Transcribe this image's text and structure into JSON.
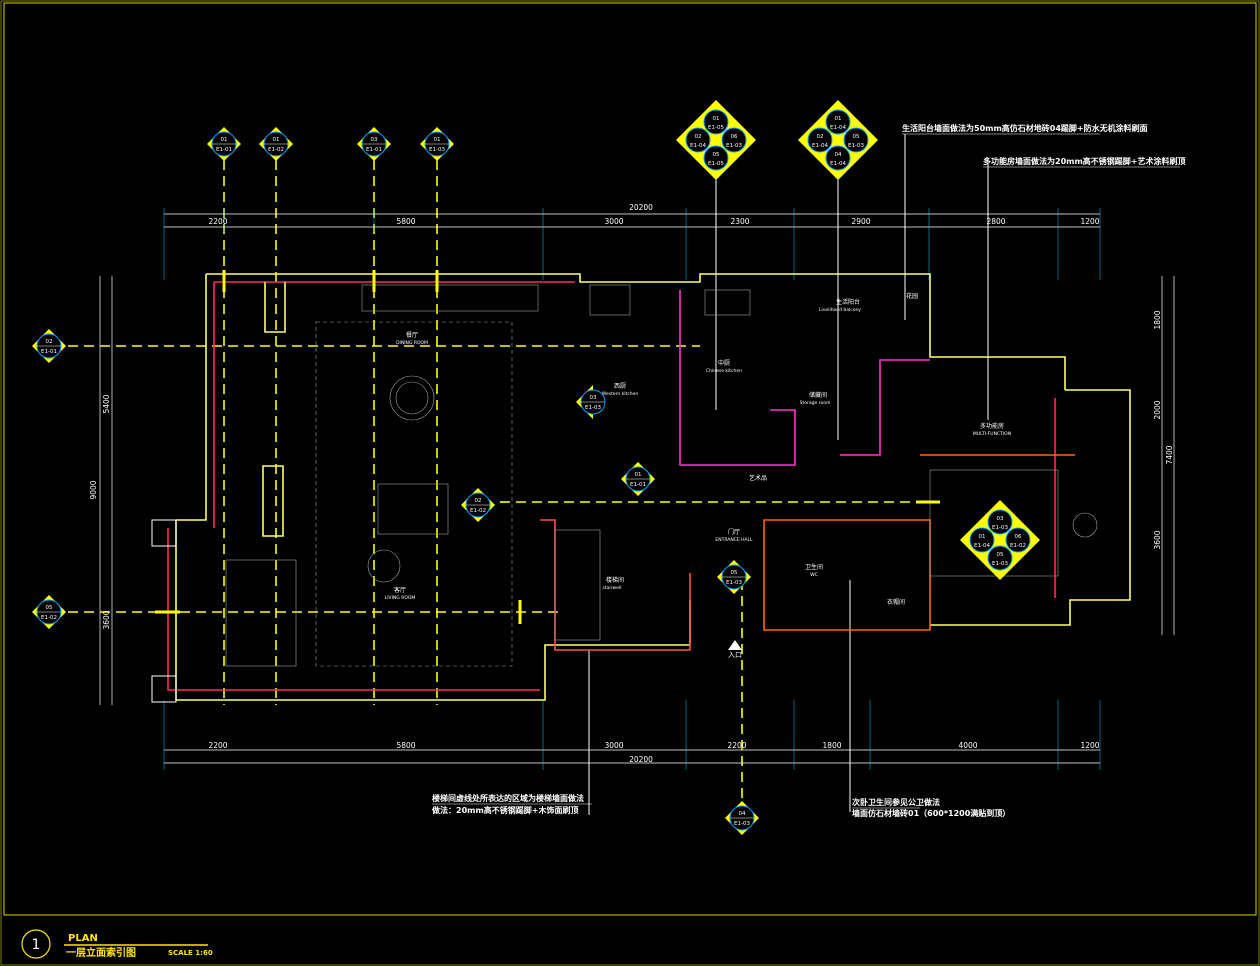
{
  "drawing": {
    "title_number": "1",
    "title_en": "PLAN",
    "title_cn": "一层立面索引图",
    "scale": "SCALE 1:60"
  },
  "dimensions": {
    "top_total": "20200",
    "top": [
      "2200",
      "5800",
      "3000",
      "2300",
      "2900",
      "2800",
      "1200"
    ],
    "bottom": [
      "2200",
      "5800",
      "3000",
      "2200",
      "1800",
      "4000",
      "1200"
    ],
    "bottom_total": "20200",
    "left_total": "9000",
    "left": [
      "5400",
      "3600"
    ],
    "right_total": "7400",
    "right": [
      "1800",
      "2000",
      "3600"
    ]
  },
  "notes": {
    "top_right_1": "生活阳台墙面做法为50mm高仿石材地砖04踢脚+防水无机涂料刷面",
    "top_right_2": "多功能房墙面做法为20mm高不锈钢踢脚+艺术涂料刷顶",
    "bottom_left_1": "楼梯间虚线处所表达的区域为楼梯墙面做法",
    "bottom_left_2": "做法：20mm高不锈钢踢脚+木饰面刷顶",
    "bottom_right_1": "次卧卫生间参见公卫做法",
    "bottom_right_2": "墙面仿石材墙砖01（600*1200满贴到顶）"
  },
  "rooms": {
    "dining": "餐厅",
    "dining_en": "DINING ROOM",
    "living": "客厅",
    "living_en": "LIVING ROOM",
    "kitchen_west": "西厨",
    "kitchen_west_en": "Western kitchen",
    "kitchen_cn": "中厨",
    "kitchen_cn_en": "Chinese kitchen",
    "balcony": "生活阳台",
    "balcony_en": "Livelihood balcony",
    "storage": "储藏间",
    "storage_en": "Storage room",
    "stair": "楼梯间",
    "stair_en": "stairwell",
    "entrance": "门厅",
    "entrance_en": "ENTRANCE HALL",
    "art": "艺术品",
    "wc": "卫生间",
    "wc_en": "WC",
    "multi": "多功能房",
    "multi_en": "MULTI-FUNCTION",
    "dressing": "衣帽间",
    "garden": "花园",
    "entry": "入口"
  },
  "tags": {
    "t_01a": [
      "01",
      "E1-01"
    ],
    "t_01b": [
      "01",
      "E1-02"
    ],
    "t_03a": [
      "03",
      "E1-01"
    ],
    "t_01c": [
      "01",
      "E1-03"
    ],
    "t_left_02": [
      "02",
      "E1-01"
    ],
    "t_left_05": [
      "05",
      "E1-02"
    ],
    "t_mid_02": [
      "02",
      "E1-02"
    ],
    "t_mid_03": [
      "03",
      "E1-03"
    ],
    "t_mid_01": [
      "01",
      "E1-01"
    ],
    "t_entry_05": [
      "05",
      "E1-03"
    ],
    "t_bottom_04": [
      "04",
      "E1-03"
    ],
    "cluster_a": [
      "01",
      "02",
      "06",
      "05",
      "E1-05",
      "E1-04",
      "E1-03",
      "E1-05"
    ],
    "cluster_b": [
      "01",
      "02",
      "05",
      "04",
      "E1-04",
      "E1-04",
      "E1-03",
      "E1-04"
    ],
    "cluster_c": [
      "03",
      "01",
      "06",
      "05",
      "E1-03",
      "E1-04",
      "E1-02",
      "E1-03"
    ]
  }
}
